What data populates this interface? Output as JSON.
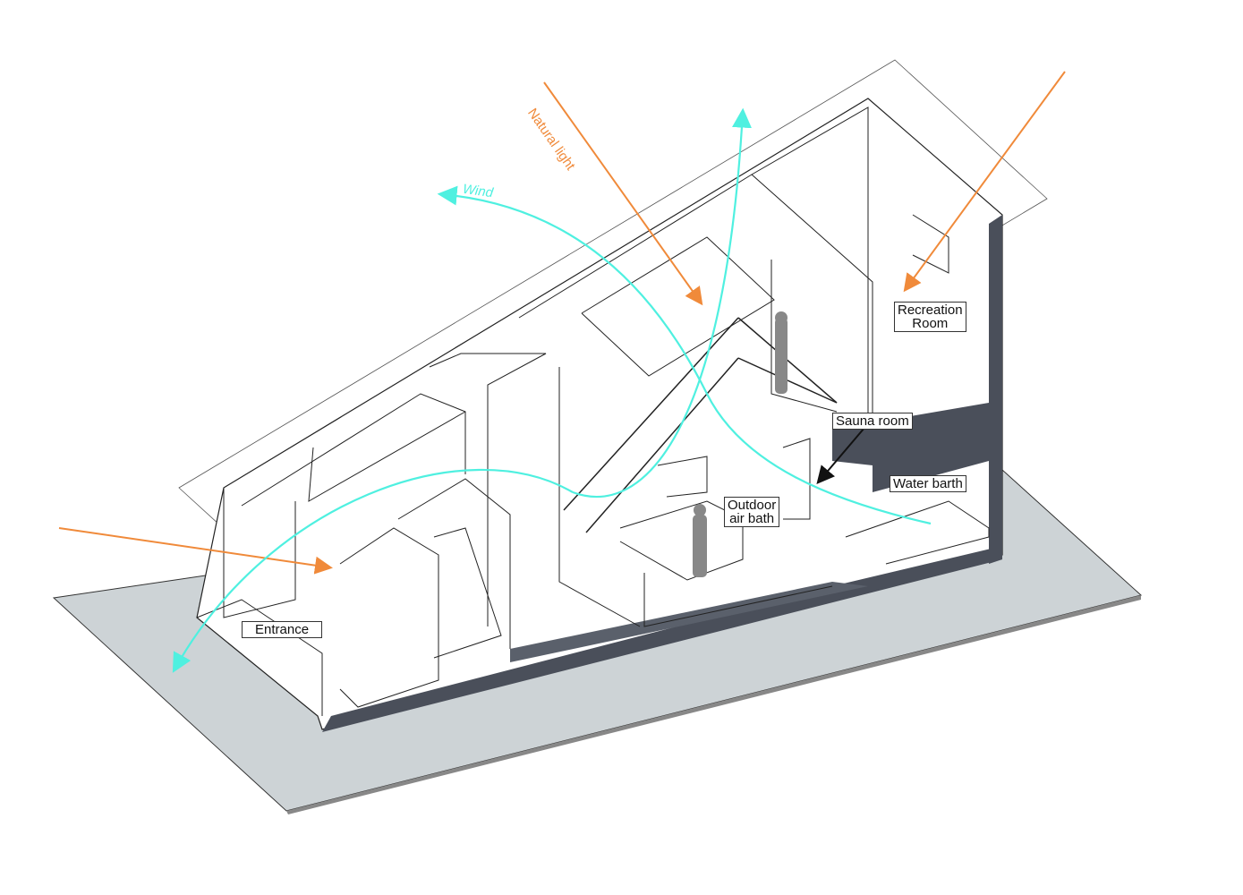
{
  "colors": {
    "light": "#f08a3a",
    "wind": "#4ff0e0",
    "ground": "#cdd3d6",
    "wall_dark": "#4a4f5a",
    "line": "#222222"
  },
  "annotations": {
    "natural_light": "Natural light",
    "wind": "Wind"
  },
  "labels": {
    "recreation_room_1": "Recreation",
    "recreation_room_2": "Room",
    "sauna_room": "Sauna room",
    "water_bath": "Water barth",
    "outdoor_air_bath_1": "Outdoor",
    "outdoor_air_bath_2": "air bath",
    "entrance": "Entrance"
  }
}
